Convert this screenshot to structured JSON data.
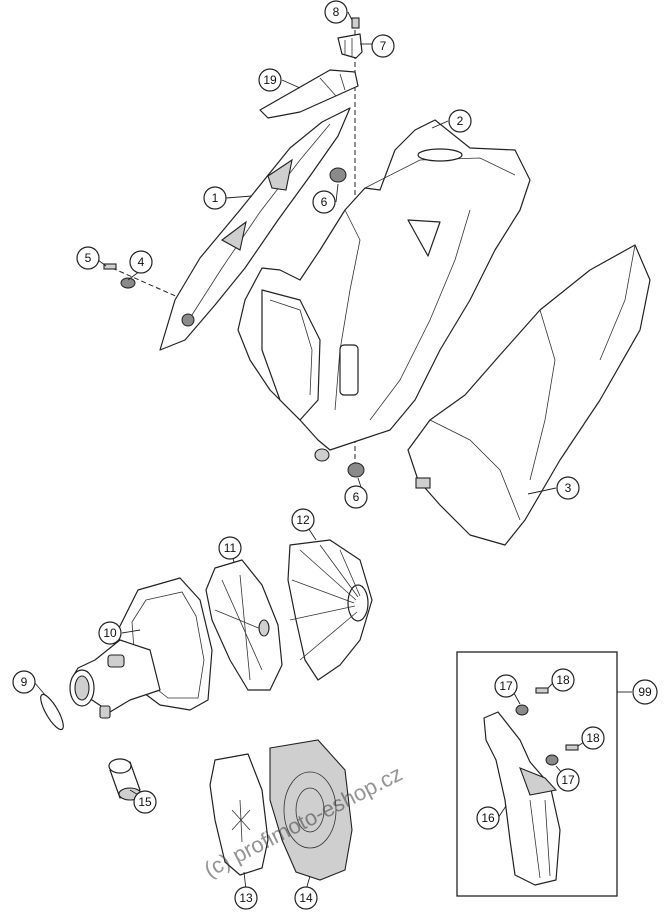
{
  "callouts": {
    "c1": "1",
    "c2": "2",
    "c3": "3",
    "c4": "4",
    "c5": "5",
    "c6a": "6",
    "c6b": "6",
    "c7": "7",
    "c8": "8",
    "c9": "9",
    "c10": "10",
    "c11": "11",
    "c12": "12",
    "c13": "13",
    "c14": "14",
    "c15": "15",
    "c16": "16",
    "c17a": "17",
    "c17b": "17",
    "c18a": "18",
    "c18b": "18",
    "c19": "19",
    "c99": "99"
  },
  "watermark": "(c) profimoto-eshop.cz"
}
